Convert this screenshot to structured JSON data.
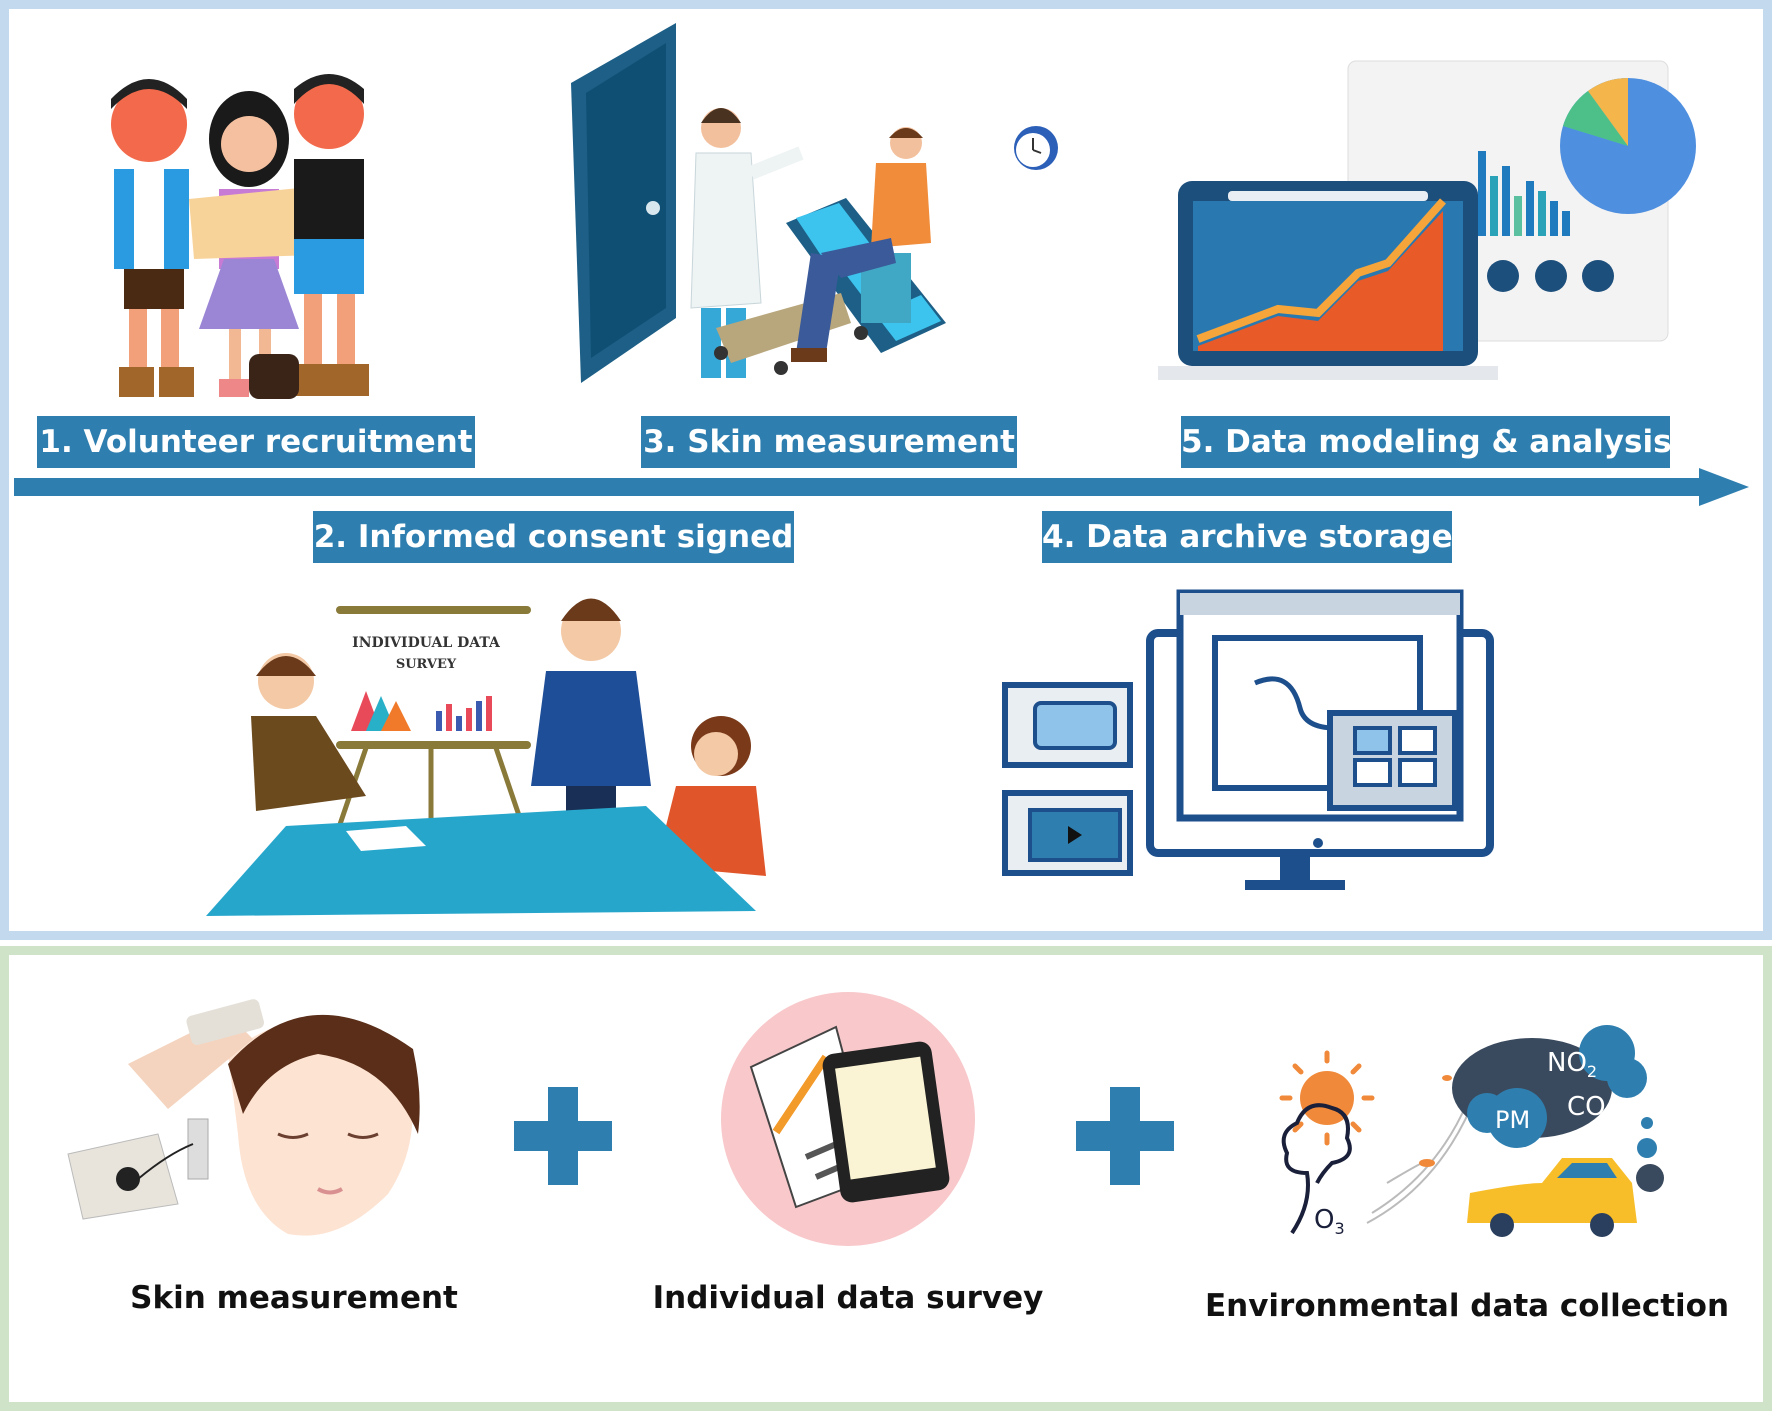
{
  "workflow": {
    "steps": [
      {
        "label": "1. Volunteer recruitment"
      },
      {
        "label": "2. Informed consent signed"
      },
      {
        "label": "3. Skin measurement"
      },
      {
        "label": "4. Data archive storage"
      },
      {
        "label": "5. Data modeling & analysis"
      }
    ],
    "survey_board_text": [
      "INDIVIDUAL DATA",
      "SURVEY"
    ]
  },
  "data_sources": {
    "items": [
      {
        "label": "Skin measurement"
      },
      {
        "label": "Individual data survey"
      },
      {
        "label": "Environmental data collection"
      }
    ],
    "pollutants": {
      "no2": "NO",
      "no2_sub": "2",
      "pm": "PM",
      "co": "CO",
      "o3": "O",
      "o3_sub": "3"
    }
  },
  "colors": {
    "accent": "#2e7fb0",
    "top_border": "#c3d9ee",
    "bottom_border": "#cfe3c8"
  }
}
